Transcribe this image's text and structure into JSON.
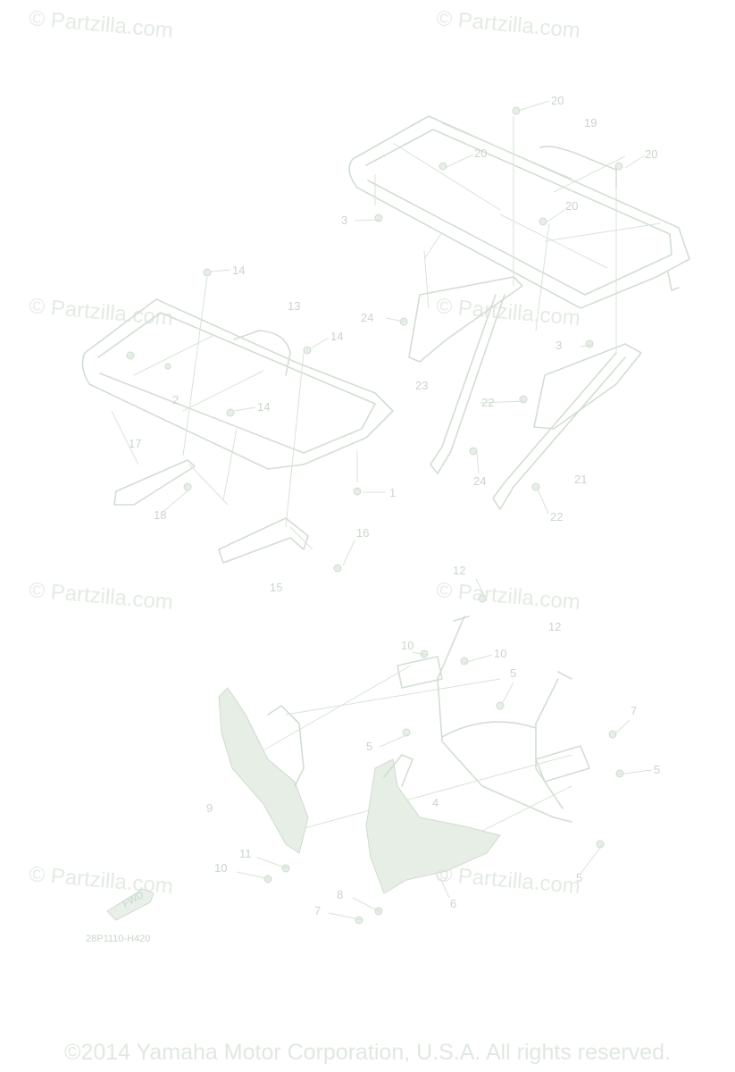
{
  "watermark_text": "© Partzilla.com",
  "callouts": [
    "1",
    "2",
    "3",
    "3",
    "4",
    "5",
    "5",
    "5",
    "5",
    "6",
    "7",
    "7",
    "8",
    "9",
    "10",
    "10",
    "10",
    "11",
    "12",
    "12",
    "13",
    "14",
    "14",
    "14",
    "15",
    "16",
    "17",
    "18",
    "19",
    "20",
    "20",
    "20",
    "20",
    "21",
    "22",
    "22",
    "23",
    "24",
    "24"
  ],
  "diagram_code": "28P1110-H420",
  "fwd_label": "FWD",
  "copyright": "©2014 Yamaha Motor Corporation, U.S.A. All rights reserved.",
  "colors": {
    "line": "#d2ded2",
    "text": "#c9d6c9",
    "watermark": "#e3ebe3"
  }
}
